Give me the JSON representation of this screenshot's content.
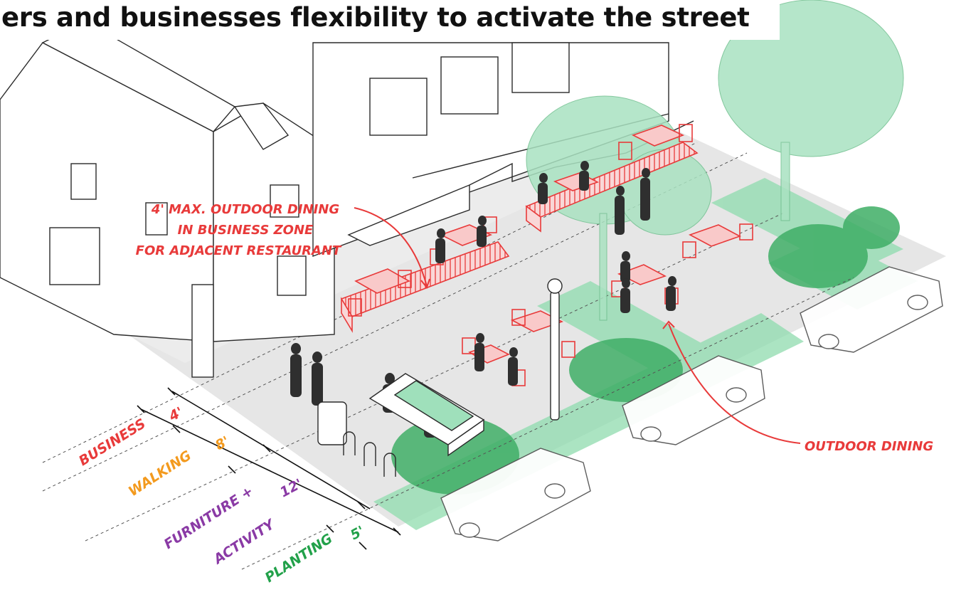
{
  "headline": "ers and businesses flexibility to activate the street",
  "callouts": {
    "business_dining_line1": "4' MAX. OUTDOOR DINING",
    "business_dining_line2": "IN BUSINESS ZONE",
    "business_dining_line3": "FOR ADJACENT RESTAURANT",
    "outdoor_dining": "OUTDOOR DINING"
  },
  "zones": [
    {
      "label": "BUSINESS",
      "width": "4'",
      "color": "#e83a3a"
    },
    {
      "label": "WALKING",
      "width": "8'",
      "color": "#f39a1e"
    },
    {
      "label": "FURNITURE +",
      "label2": "ACTIVITY",
      "width": "12'",
      "color": "#8a3aa5"
    },
    {
      "label": "PLANTING",
      "width": "5'",
      "color": "#22a14a"
    }
  ],
  "colors": {
    "dining": "#e83a3a",
    "planting": "#6fcf97",
    "sidewalk": "#e6e6e6",
    "line": "#2b2b2b"
  }
}
